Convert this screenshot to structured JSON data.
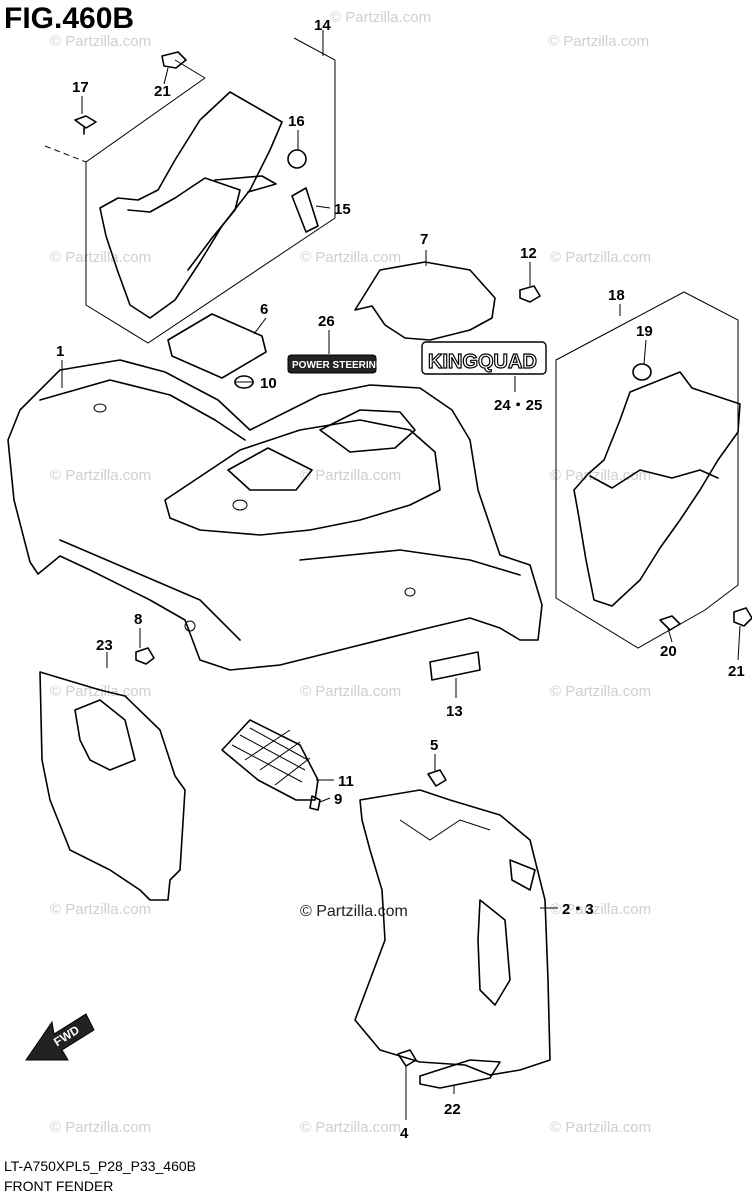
{
  "figure": {
    "title": "FIG.460B",
    "code": "LT-A750XPL5_P28_P33_460B",
    "name": "FRONT FENDER"
  },
  "watermark": {
    "text": "© Partzilla.com",
    "center_text": "© Partzilla.com"
  },
  "callouts": {
    "c1": "1",
    "c2_3": "2・3",
    "c4": "4",
    "c5": "5",
    "c6": "6",
    "c7": "7",
    "c8": "8",
    "c9": "9",
    "c10": "10",
    "c11": "11",
    "c12": "12",
    "c13": "13",
    "c14": "14",
    "c15": "15",
    "c16": "16",
    "c17": "17",
    "c18": "18",
    "c19": "19",
    "c20": "20",
    "c21a": "21",
    "c21b": "21",
    "c22": "22",
    "c23": "23",
    "c24_25": "24・25",
    "c26": "26"
  },
  "decals": {
    "power_steering": "POWER STEERING",
    "kingquad": "KINGQUAD",
    "fwd": "FWD"
  }
}
